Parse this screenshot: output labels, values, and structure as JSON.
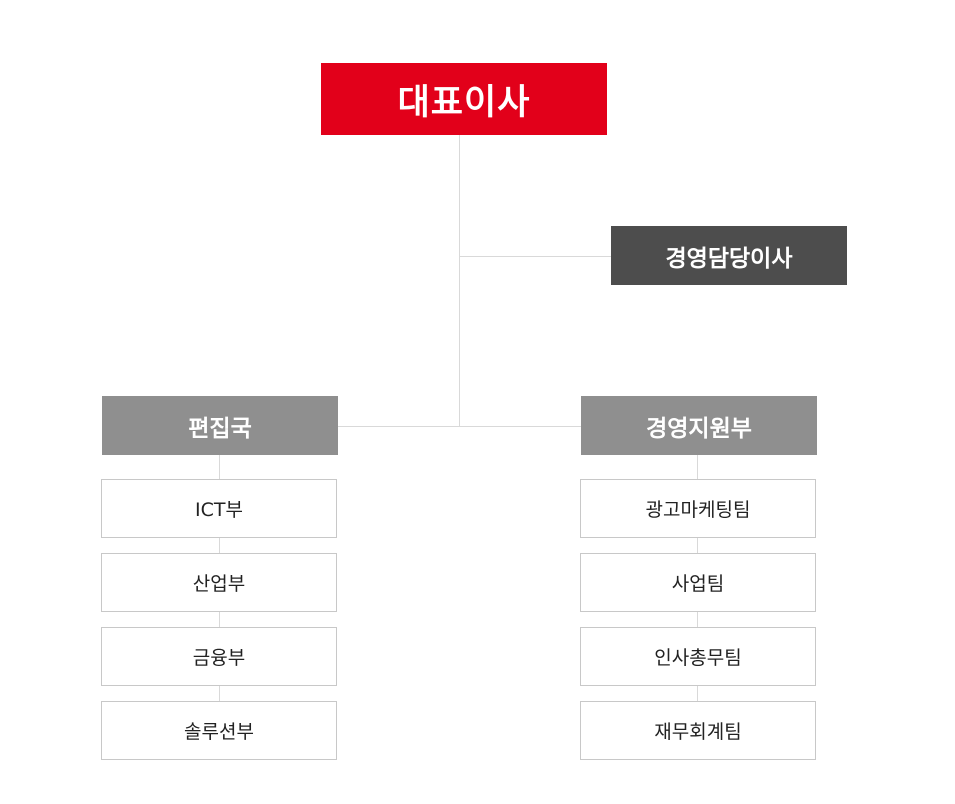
{
  "org": {
    "ceo": "대표이사",
    "director": "경영담당이사",
    "departments": [
      {
        "name": "편집국",
        "teams": [
          "ICT부",
          "산업부",
          "금융부",
          "솔루션부"
        ]
      },
      {
        "name": "경영지원부",
        "teams": [
          "광고마케팅팀",
          "사업팀",
          "인사총무팀",
          "재무회계팀"
        ]
      }
    ]
  },
  "colors": {
    "ceo": "#e2001a",
    "director": "#4d4d4d",
    "department": "#8f8f8f",
    "team_border": "#c8c8c8",
    "connector": "#d9d9d9"
  }
}
